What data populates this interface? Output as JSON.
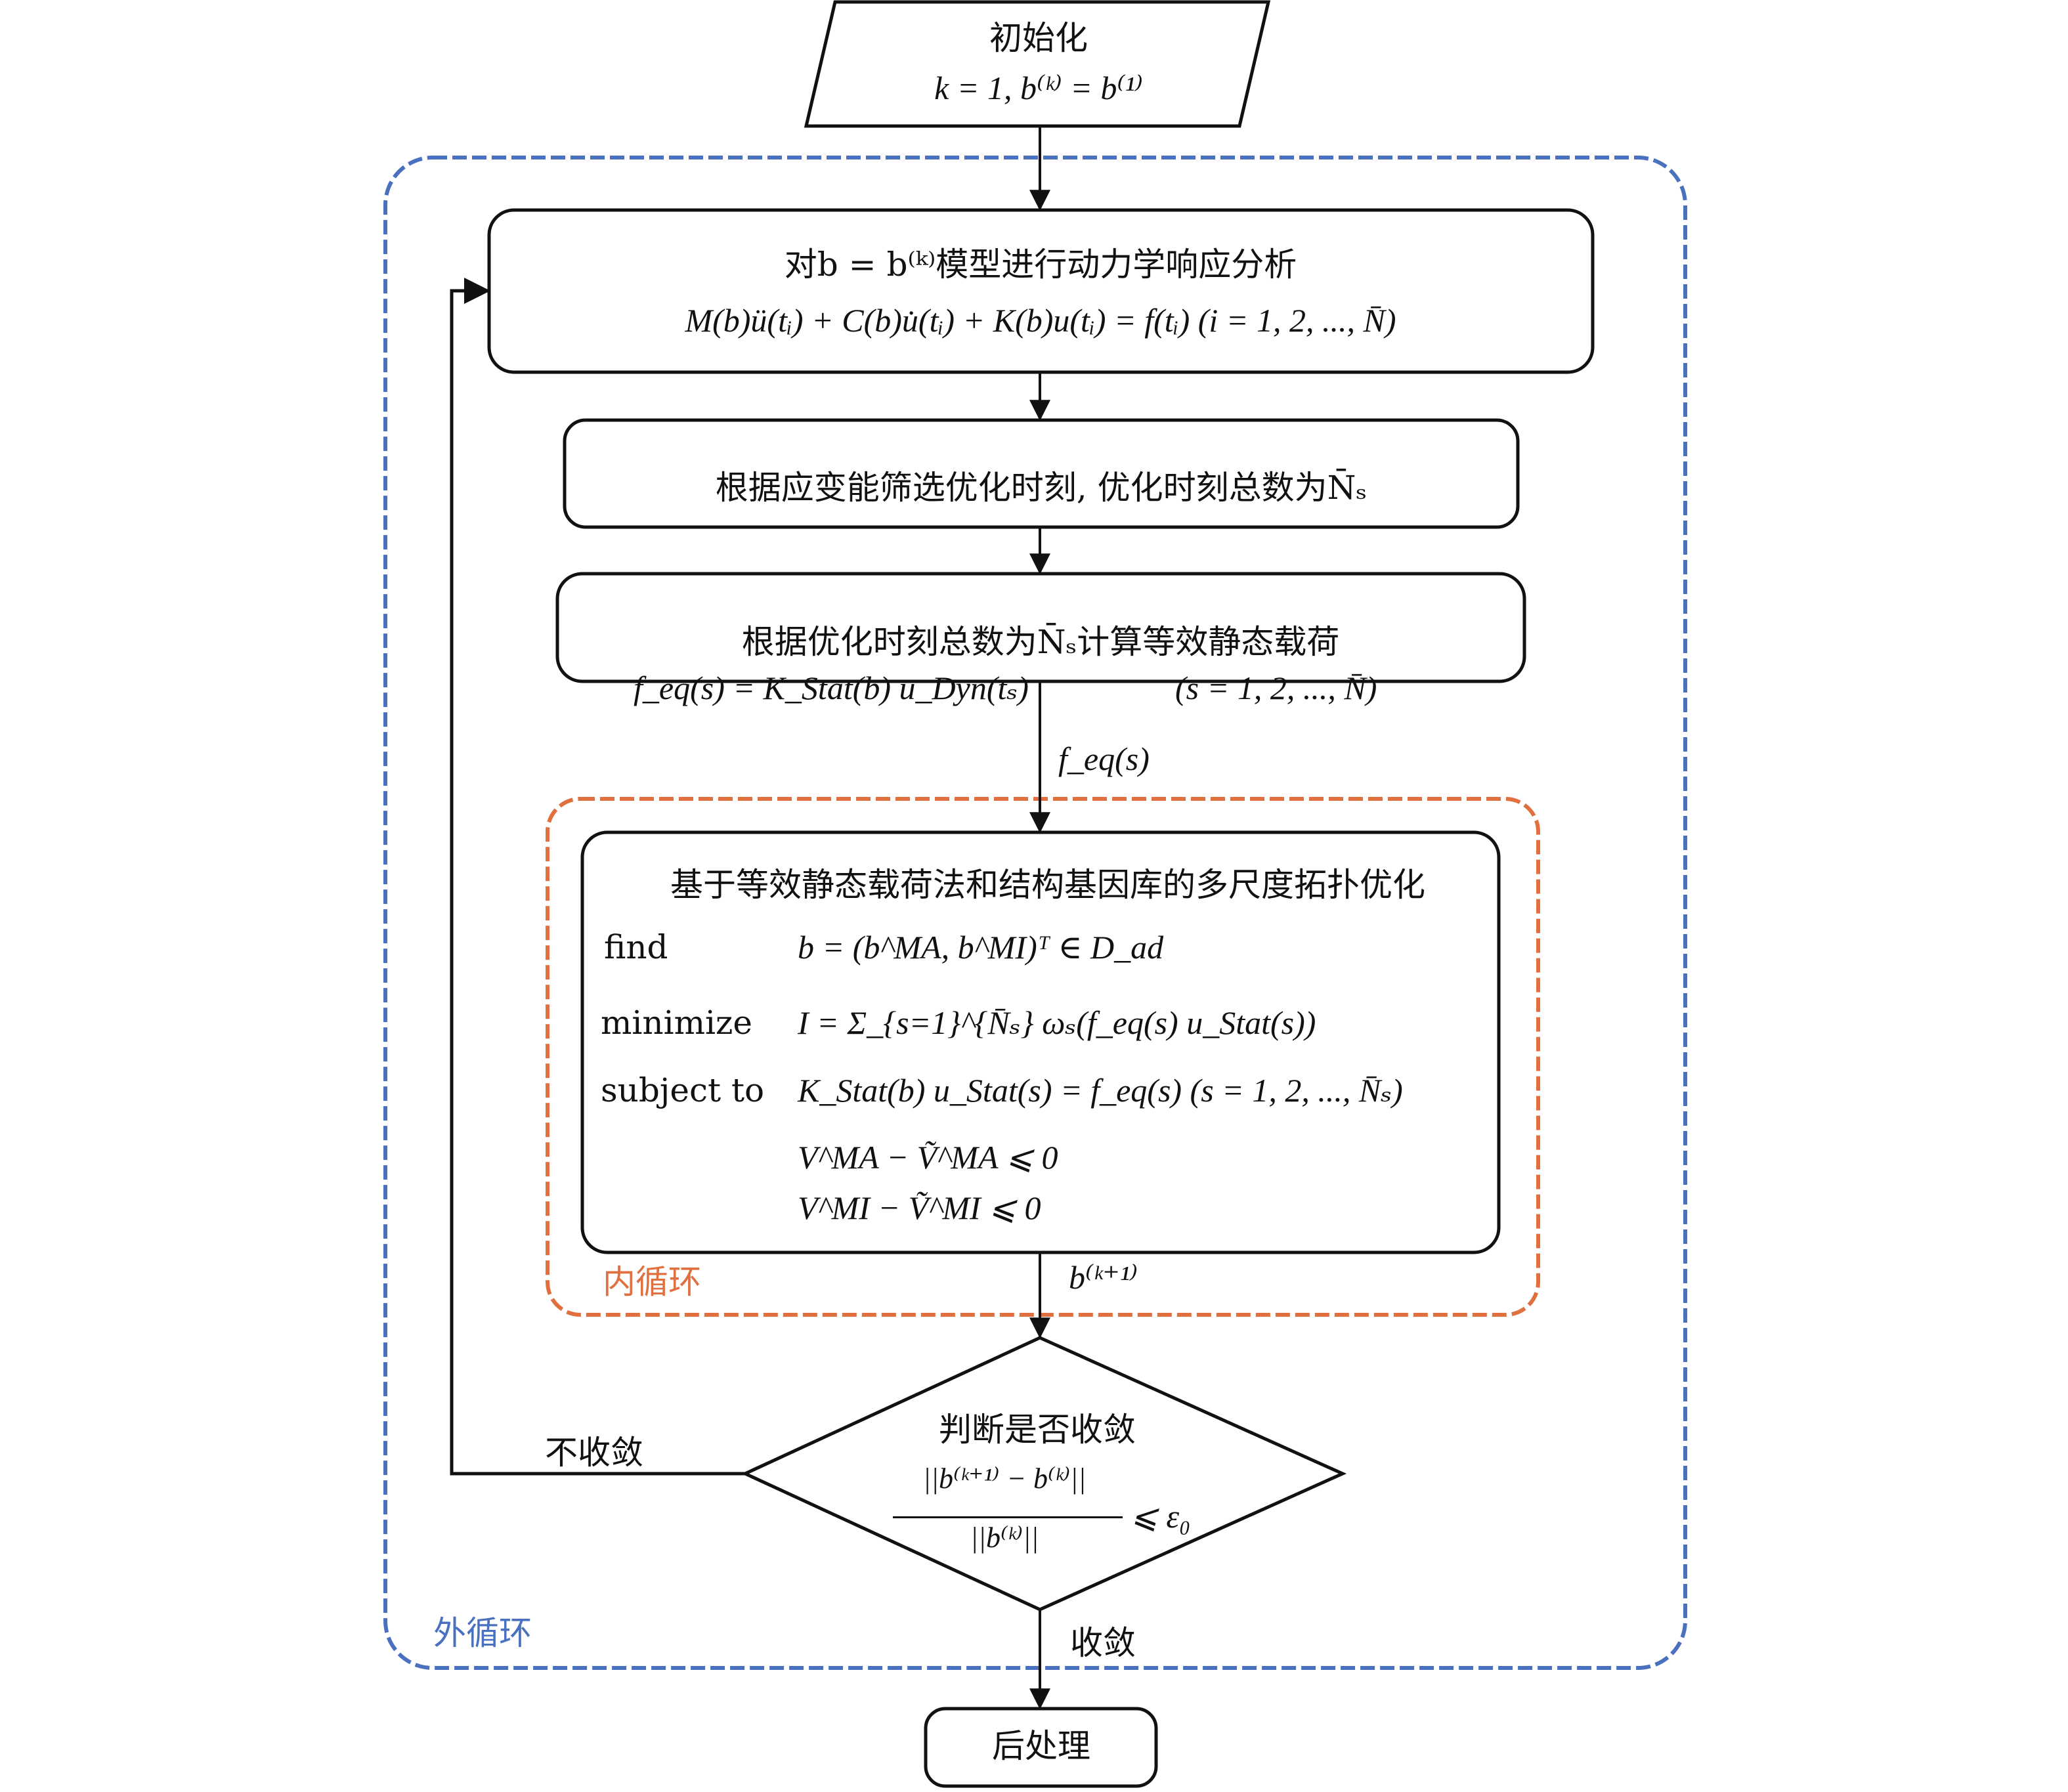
{
  "colors": {
    "outer_loop": "#4A70C0",
    "inner_loop": "#E07040",
    "stroke": "#111111"
  },
  "nodes": {
    "init": {
      "title": "初始化",
      "formula": "k = 1, b⁽ᵏ⁾ = b⁽¹⁾"
    },
    "dynamic_analysis": {
      "title": "对b = b⁽ᵏ⁾模型进行动力学响应分析",
      "formula": "M(b)ü(tᵢ) + C(b)u̇(tᵢ) + K(b)u(tᵢ) = f(tᵢ)    (i = 1, 2, ..., N̄)"
    },
    "select_moments": {
      "title": "根据应变能筛选优化时刻, 优化时刻总数为N̄ₛ"
    },
    "equiv_load": {
      "title": "根据优化时刻总数为N̄ₛ计算等效静态载荷",
      "formula": "f_eq(s) = K_Stat(b) u_Dyn(tₛ)",
      "range": "(s = 1, 2, ..., N̄)"
    },
    "optimization": {
      "title": "基于等效静态载荷法和结构基因库的多尺度拓扑优化",
      "rows": [
        {
          "keyword": "find",
          "expr": "b = (b^MA, b^MI)ᵀ ∈ D_ad"
        },
        {
          "keyword": "minimize",
          "expr": "I = Σ_{s=1}^{N̄ₛ} ωₛ(f_eq(s) u_Stat(s))"
        },
        {
          "keyword": "subject to",
          "expr": "K_Stat(b) u_Stat(s) = f_eq(s)    (s = 1, 2, ..., N̄ₛ)"
        },
        {
          "keyword": "",
          "expr": "V^MA − Ṽ^MA ⩽ 0"
        },
        {
          "keyword": "",
          "expr": "V^MI − Ṽ^MI ⩽ 0"
        }
      ]
    },
    "convergence_check": {
      "title": "判断是否收敛",
      "numerator": "||b⁽ᵏ⁺¹⁾ − b⁽ᵏ⁾||",
      "denominator": "||b⁽ᵏ⁾||",
      "condition": "⩽ ε₀"
    },
    "post_process": {
      "title": "后处理"
    }
  },
  "edge_labels": {
    "f_eq": "f_eq(s)",
    "b_next": "b⁽ᵏ⁺¹⁾",
    "not_converged": "不收敛",
    "converged": "收敛"
  },
  "groups": {
    "inner_loop": "内循环",
    "outer_loop": "外循环"
  }
}
